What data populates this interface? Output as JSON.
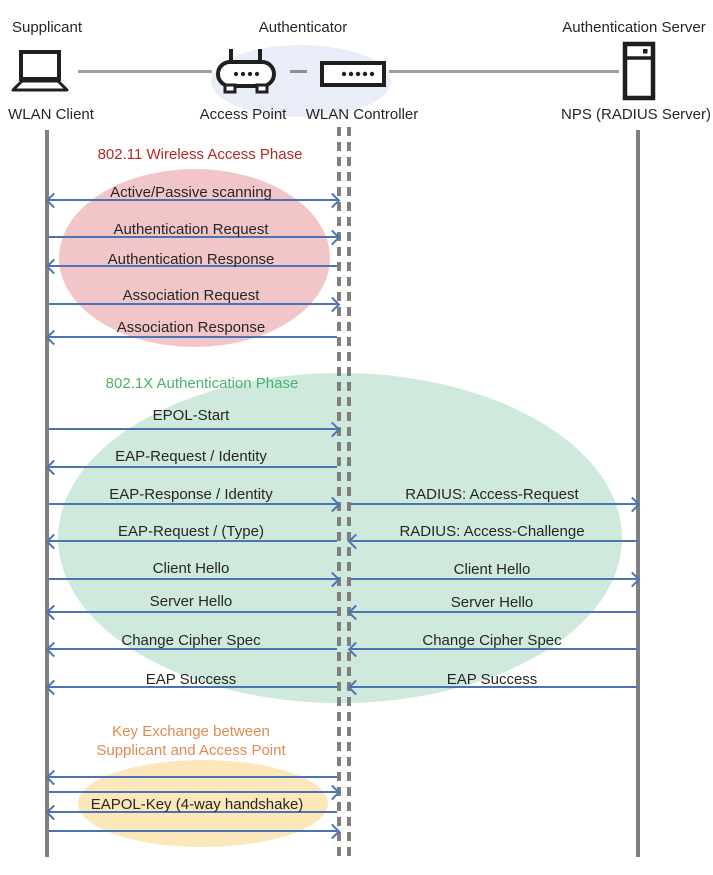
{
  "diagram": {
    "roles": [
      "Supplicant",
      "Authenticator",
      "Authentication Server"
    ],
    "nodes": [
      "WLAN Client",
      "Access Point",
      "WLAN Controller",
      "NPS (RADIUS Server)"
    ],
    "icons": [
      "laptop-icon",
      "access-point-icon",
      "wlan-controller-icon",
      "server-icon"
    ],
    "colors": {
      "arrow": "#4b74b4",
      "lifeline": "#7f7f7f",
      "phase_80211_fill": "#f2c6c9",
      "phase_80211_title": "#b4282c",
      "phase_8021x_fill": "#cfe9dc",
      "phase_8021x_title": "#4ab26b",
      "key_exchange_fill": "#fbe7ba",
      "key_exchange_title": "#e08a54",
      "authenticator_group_fill": "#e9edf7"
    },
    "phase1": {
      "title": "802.11 Wireless Access Phase"
    },
    "phase2": {
      "title": "802.1X Authentication Phase"
    },
    "phase3": {
      "line1": "Key Exchange between",
      "line2": "Supplicant and Access Point"
    },
    "left_messages": [
      {
        "label": "Active/Passive scanning",
        "direction": "both"
      },
      {
        "label": "Authentication Request",
        "direction": "right"
      },
      {
        "label": "Authentication Response",
        "direction": "left"
      },
      {
        "label": "Association Request",
        "direction": "right"
      },
      {
        "label": "Association Response",
        "direction": "left"
      },
      {
        "label": "EPOL-Start",
        "direction": "right"
      },
      {
        "label": "EAP-Request / Identity",
        "direction": "left"
      },
      {
        "label": "EAP-Response / Identity",
        "direction": "right"
      },
      {
        "label": "EAP-Request / (Type)",
        "direction": "left"
      },
      {
        "label": "Client Hello",
        "direction": "right"
      },
      {
        "label": "Server Hello",
        "direction": "left"
      },
      {
        "label": "Change Cipher Spec",
        "direction": "left"
      },
      {
        "label": "EAP Success",
        "direction": "left"
      },
      {
        "label": "",
        "direction": "left"
      },
      {
        "label": "",
        "direction": "right"
      },
      {
        "label": "EAPOL-Key (4-way handshake)",
        "direction": "left"
      },
      {
        "label": "",
        "direction": "right"
      }
    ],
    "right_messages": [
      {
        "label": "RADIUS: Access-Request",
        "direction": "right"
      },
      {
        "label": "RADIUS: Access-Challenge",
        "direction": "left"
      },
      {
        "label": "Client Hello",
        "direction": "right"
      },
      {
        "label": "Server Hello",
        "direction": "left"
      },
      {
        "label": "Change Cipher Spec",
        "direction": "left"
      },
      {
        "label": "EAP Success",
        "direction": "left"
      }
    ]
  }
}
